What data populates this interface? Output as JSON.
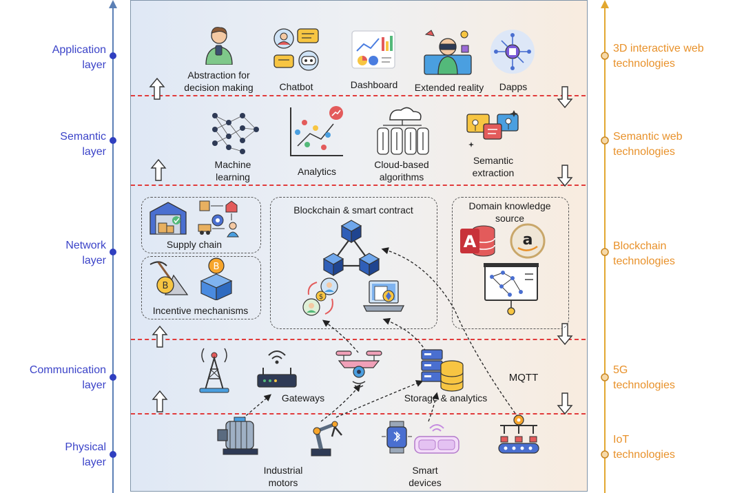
{
  "left_layers": [
    {
      "l1": "Application",
      "l2": "layer"
    },
    {
      "l1": "Semantic",
      "l2": "layer"
    },
    {
      "l1": "Network",
      "l2": "layer"
    },
    {
      "l1": "Communication",
      "l2": "layer"
    },
    {
      "l1": "Physical",
      "l2": "layer"
    }
  ],
  "right_tech": [
    {
      "l1": "3D interactive web",
      "l2": "technologies"
    },
    {
      "l1": "Semantic web",
      "l2": "technologies"
    },
    {
      "l1": "Blockchain",
      "l2": "technologies"
    },
    {
      "l1": "5G",
      "l2": "technologies"
    },
    {
      "l1": "IoT",
      "l2": "technologies"
    }
  ],
  "application": {
    "abstraction_l1": "Abstraction for",
    "abstraction_l2": "decision making",
    "chatbot": "Chatbot",
    "dashboard": "Dashboard",
    "extended_reality": "Extended reality",
    "dapps": "Dapps"
  },
  "semantic": {
    "ml_l1": "Machine",
    "ml_l2": "learning",
    "analytics": "Analytics",
    "cloud_l1": "Cloud-based",
    "cloud_l2": "algorithms",
    "sem_l1": "Semantic",
    "sem_l2": "extraction"
  },
  "network": {
    "supply_chain": "Supply chain",
    "incentive": "Incentive mechanisms",
    "blockchain_title": "Blockchain & smart contract",
    "domain_l1": "Domain knowledge",
    "domain_l2": "source"
  },
  "communication": {
    "gateways": "Gateways",
    "storage": "Storage & analytics",
    "mqtt": "MQTT"
  },
  "physical": {
    "motors_l1": "Industrial",
    "motors_l2": "motors",
    "smart_l1": "Smart",
    "smart_l2": "devices"
  },
  "colors": {
    "left_axis": "#5b7fb5",
    "left_text": "#3b43c8",
    "right_axis": "#e2a72e",
    "right_text": "#e8912a",
    "separator": "#e13a3a"
  }
}
